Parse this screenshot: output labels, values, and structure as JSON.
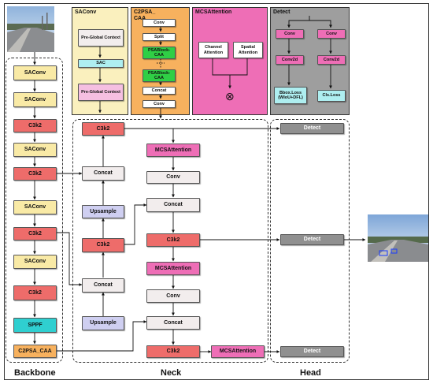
{
  "sections": {
    "backbone": "Backbone",
    "neck": "Neck",
    "head": "Head"
  },
  "saconv_panel": {
    "title": "SAConv",
    "pre_global_1": "Pre-Global Context",
    "sac": "SAC",
    "pre_global_2": "Pre-Global Context"
  },
  "c2psa_panel": {
    "title": "C2PSA_ CAA",
    "conv1": "Conv",
    "split": "Split",
    "psablock1": "PSABlock-CAA",
    "psablock2": "PSABlock-CAA",
    "concat": "Concat",
    "conv2": "Conv"
  },
  "mcs_panel": {
    "title": "MCSAttention",
    "channel": "Channel Attention",
    "spatial": "Spatial Attention",
    "multiply_symbol": "⊗"
  },
  "detect_panel": {
    "title": "Detect",
    "conv_l": "Conv",
    "conv_r": "Conv",
    "conv2d_l": "Conv2d",
    "conv2d_r": "Conv2d",
    "bbox_loss": "Bbox.Loss (WIoU+DFL)",
    "cls_loss": "Cls.Loss"
  },
  "backbone": [
    "SAConv",
    "SAConv",
    "C3k2",
    "SAConv",
    "C3k2",
    "SAConv",
    "C3k2",
    "SAConv",
    "C3k2",
    "SPPF",
    "C2PSA_CAA"
  ],
  "neck": {
    "c3k2_top": "C3k2",
    "mcs1": "MCSAttention",
    "conv1": "Conv",
    "concat_r1": "Concat",
    "c3k2_mid": "C3k2",
    "mcs2": "MCSAttention",
    "conv2": "Conv",
    "concat_r2": "Concat",
    "c3k2_bot": "C3k2",
    "mcs3": "MCSAttention",
    "concat_l1": "Concat",
    "upsample1": "Upsample",
    "c3k2_left": "C3k2",
    "concat_l2": "Concat",
    "upsample2": "Upsample"
  },
  "head": [
    "Detect",
    "Detect",
    "Detect"
  ],
  "colors": {
    "yellow": "#f9eaa6",
    "red": "#ee6c6a",
    "cyan": "#2fcfd0",
    "orange": "#f7b15e",
    "pink": "#ee6eb6",
    "lavender": "#cfcff1",
    "light": "#f2eded",
    "gray": "#909090"
  }
}
